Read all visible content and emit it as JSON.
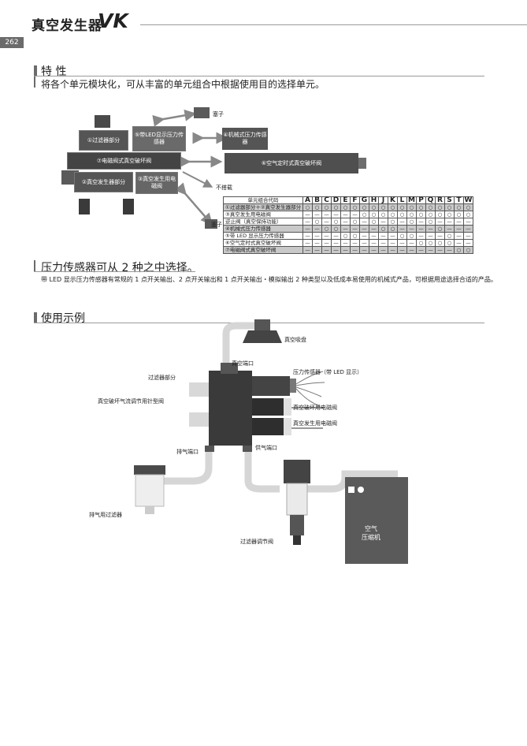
{
  "header": {
    "title": "真空发生器",
    "series": "VK",
    "page_number": "262"
  },
  "features": {
    "heading": "特  性",
    "description": "将各个单元模块化，可从丰富的单元组合中根据使用目的选择单元。",
    "diagram": {
      "units": {
        "filter": "①过滤器部分",
        "sensor_led": "⑤带LED显示压力传感器",
        "solenoid_break": "⑦电磁阀式真空破坏阀",
        "generator": "②真空发生器部分",
        "gen_valve": "③真空发生用电磁阀",
        "mech_sensor": "④机械式压力传感器",
        "air_break": "⑥空气定时式真空破坏阀"
      },
      "plug_top": "塞子",
      "plug_bottom": "塞子",
      "not_mounted": "不搭载"
    },
    "combo_table": {
      "row_header": "单元组合代码",
      "codes": [
        "A",
        "B",
        "C",
        "D",
        "E",
        "F",
        "G",
        "H",
        "J",
        "K",
        "L",
        "M",
        "P",
        "Q",
        "R",
        "S",
        "T",
        "W"
      ],
      "rows": [
        {
          "name": "①过滤器部分＋②真空发生器部分",
          "shade": true,
          "cells": [
            "○",
            "○",
            "○",
            "○",
            "○",
            "○",
            "○",
            "○",
            "○",
            "○",
            "○",
            "○",
            "○",
            "○",
            "○",
            "○",
            "○",
            "○"
          ]
        },
        {
          "name": "③真空发生用电磁阀",
          "shade": false,
          "cells": [
            "—",
            "—",
            "—",
            "—",
            "—",
            "—",
            "○",
            "○",
            "○",
            "○",
            "○",
            "○",
            "○",
            "○",
            "○",
            "○",
            "○",
            "○"
          ]
        },
        {
          "name": "逆止阀（真空保持功能）",
          "shade": false,
          "cells": [
            "—",
            "○",
            "—",
            "○",
            "—",
            "○",
            "—",
            "○",
            "—",
            "○",
            "—",
            "○",
            "—",
            "○",
            "—",
            "—",
            "—",
            "—"
          ]
        },
        {
          "name": "④机械式压力传感器",
          "shade": true,
          "cells": [
            "—",
            "—",
            "○",
            "○",
            "—",
            "—",
            "—",
            "—",
            "○",
            "○",
            "—",
            "—",
            "—",
            "—",
            "○",
            "—",
            "—",
            "—"
          ]
        },
        {
          "name": "⑤带 LED 显示压力传感器",
          "shade": false,
          "cells": [
            "—",
            "—",
            "—",
            "—",
            "○",
            "○",
            "—",
            "—",
            "—",
            "—",
            "○",
            "○",
            "—",
            "—",
            "—",
            "○",
            "—",
            "—"
          ]
        },
        {
          "name": "⑥空气定时式真空破坏阀",
          "shade": false,
          "cells": [
            "—",
            "—",
            "—",
            "—",
            "—",
            "—",
            "—",
            "—",
            "—",
            "—",
            "—",
            "—",
            "○",
            "○",
            "○",
            "○",
            "—",
            "—"
          ]
        },
        {
          "name": "⑦电磁阀式真空破坏阀",
          "shade": true,
          "cells": [
            "—",
            "—",
            "—",
            "—",
            "—",
            "—",
            "—",
            "—",
            "—",
            "—",
            "—",
            "—",
            "—",
            "—",
            "—",
            "—",
            "○",
            "○"
          ]
        }
      ]
    }
  },
  "sensor_section": {
    "heading": "压力传感器可从 2 种之中选择。",
    "description": "带 LED 显示压力传感器有常规的 1 点开关输出、2 点开关输出和 1 点开关输出・模拟输出 2 种类型以及低成本易使用的机械式产品，可根据用途选择合适的产品。"
  },
  "usage": {
    "heading": "使用示例",
    "labels": {
      "vacuum_pad": "真空吸盘",
      "vacuum_port": "真空端口",
      "filter_part": "过滤器部分",
      "pressure_sensor": "压力传感器（带 LED 显示）",
      "break_needle": "真空破坏气流调节用针型阀",
      "break_valve": "真空破坏用电磁阀",
      "gen_valve": "真空发生用电磁阀",
      "exhaust_port": "排气端口",
      "supply_port": "供气端口",
      "exhaust_filter": "排气用过滤器",
      "filter_regulator": "过滤器调节阀",
      "compressor_line1": "空气",
      "compressor_line2": "压缩机"
    }
  }
}
